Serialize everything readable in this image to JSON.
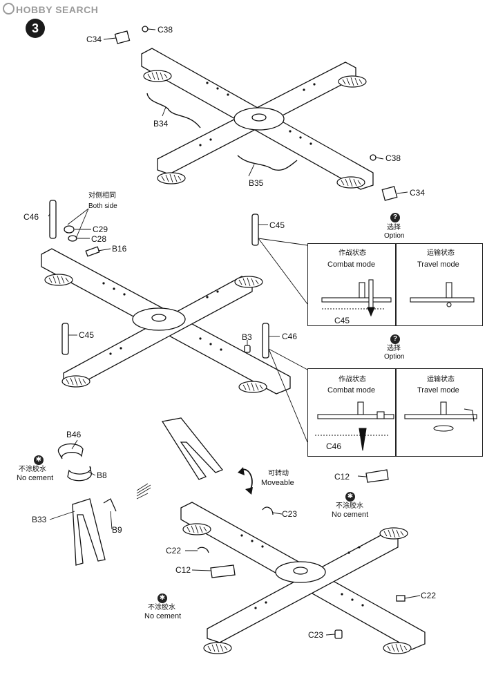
{
  "watermark": {
    "text": "HOBBY SEARCH"
  },
  "step": {
    "number": "3"
  },
  "labels": {
    "c34_top": "C34",
    "c38_top": "C38",
    "b34": "B34",
    "b35": "B35",
    "c38_right": "C38",
    "c34_right": "C34",
    "both_side_cn": "对侧相同",
    "both_side_en": "Both side",
    "c46_a": "C46",
    "c29": "C29",
    "c28": "C28",
    "b16": "B16",
    "c45_a": "C45",
    "c45_b": "C45",
    "b3": "B3",
    "c46_b": "C46",
    "b46": "B46",
    "b8": "B8",
    "b33": "B33",
    "b9": "B9",
    "moveable_cn": "可转动",
    "moveable_en": "Moveable",
    "c12_a": "C12",
    "c23_a": "C23",
    "c22_a": "C22",
    "c12_b": "C12",
    "c22_b": "C22",
    "c23_b": "C23"
  },
  "option1": {
    "q": "?",
    "cn": "选择",
    "en": "Option",
    "left_cn": "作战状态",
    "left_en": "Combat mode",
    "right_cn": "运输状态",
    "right_en": "Travel mode",
    "part": "C45"
  },
  "option2": {
    "q": "?",
    "cn": "选择",
    "en": "Option",
    "left_cn": "作战状态",
    "left_en": "Combat mode",
    "right_cn": "运输状态",
    "right_en": "Travel mode",
    "part": "C46"
  },
  "no_cement": [
    {
      "cn": "不涂胶水",
      "en": "No cement"
    },
    {
      "cn": "不涂胶水",
      "en": "No cement"
    },
    {
      "cn": "不涂胶水",
      "en": "No cement"
    }
  ],
  "colors": {
    "ink": "#111111",
    "bg": "#ffffff",
    "watermark": "#9a9a9a"
  }
}
